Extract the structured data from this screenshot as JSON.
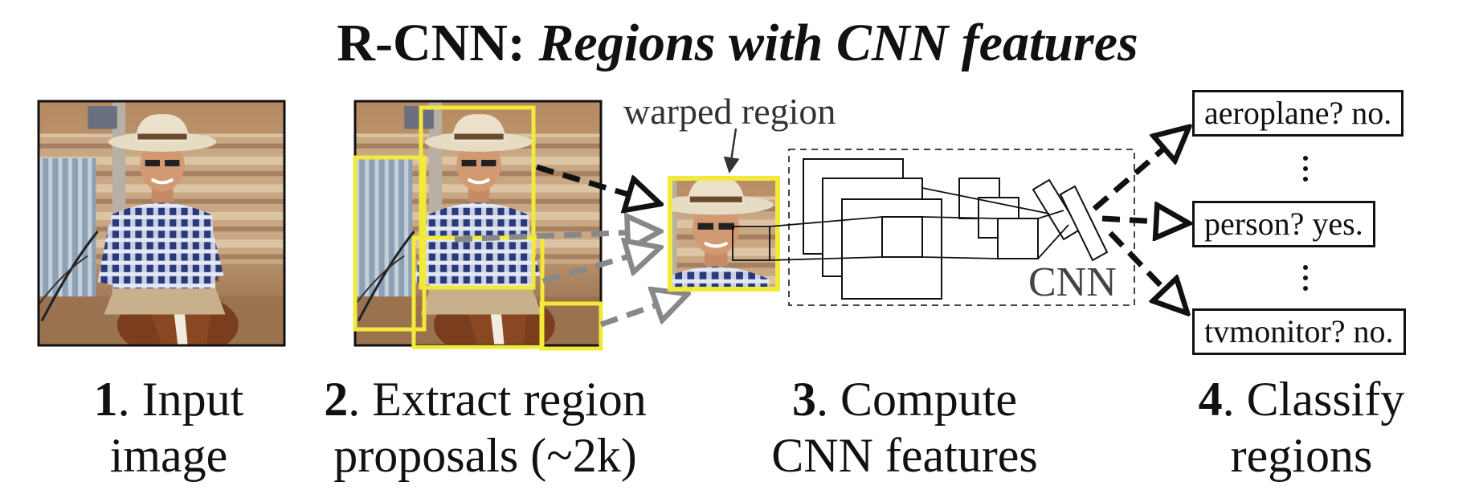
{
  "title": {
    "prefix": "R-CNN:",
    "italic": "Regions with CNN features"
  },
  "labels": {
    "warped_region": "warped region",
    "cnn": "CNN"
  },
  "steps": [
    {
      "number": "1",
      "line1": ". Input",
      "line2": "image"
    },
    {
      "number": "2",
      "line1": ". Extract region",
      "line2": "proposals (~2k)"
    },
    {
      "number": "3",
      "line1": ". Compute",
      "line2": "CNN features"
    },
    {
      "number": "4",
      "line1": ". Classify",
      "line2": "regions"
    }
  ],
  "classifications": [
    {
      "label": "aeroplane? no."
    },
    {
      "label": "person? yes."
    },
    {
      "label": "tvmonitor? no."
    }
  ],
  "colors": {
    "proposal_box": "#f2ea3a",
    "arrow_dark": "#111111",
    "arrow_gray": "#888888"
  }
}
